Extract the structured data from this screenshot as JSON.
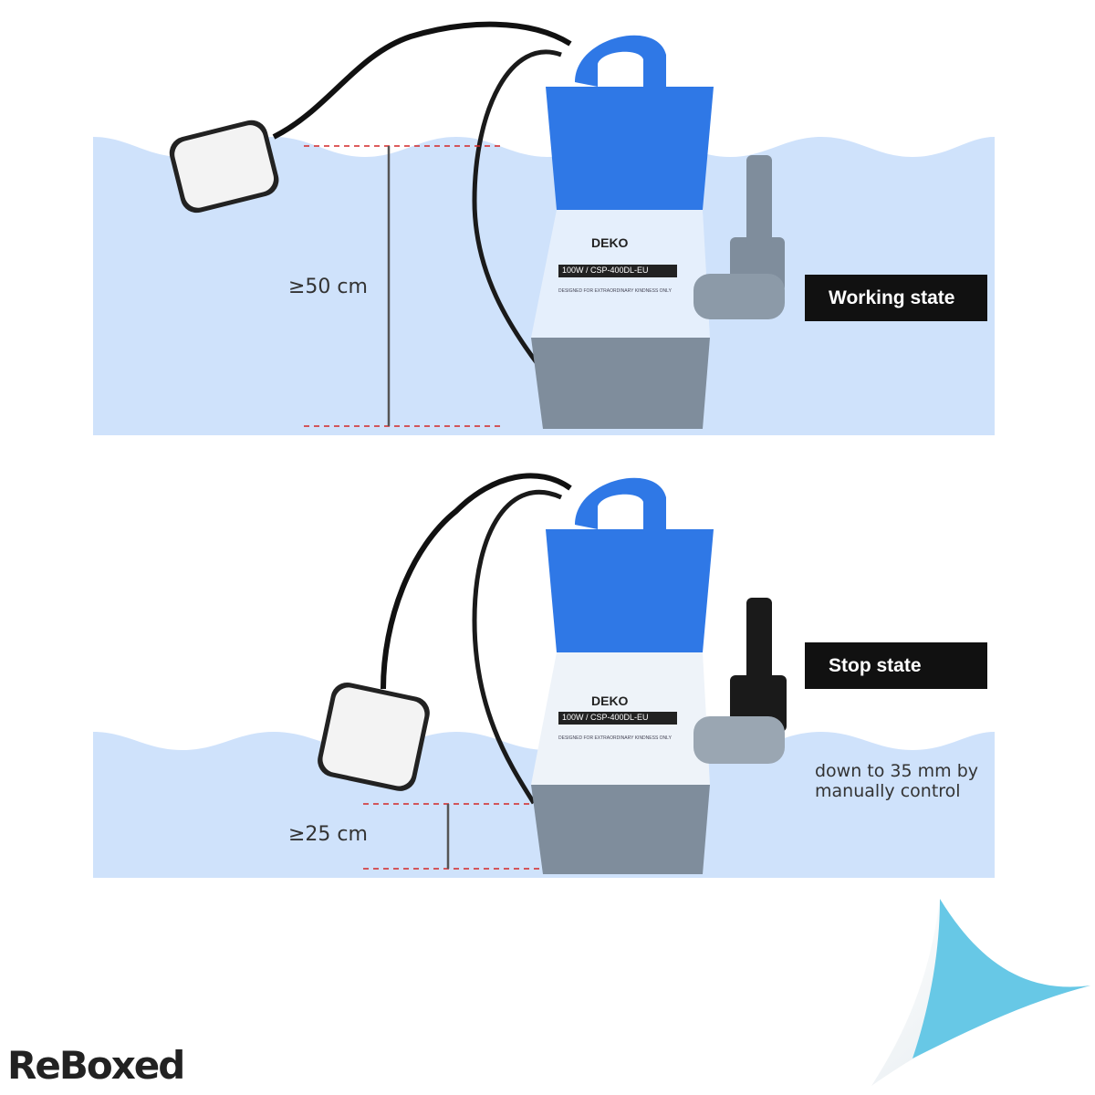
{
  "working_panel": {
    "state_label": "Working state",
    "depth_label": "≥50 cm"
  },
  "stop_panel": {
    "state_label": "Stop state",
    "depth_label": "≥25 cm",
    "note_line1": "down to 35 mm by",
    "note_line2": "manually control"
  },
  "pump": {
    "brand_text": "DEKO",
    "model_text": "100W / CSP-400DL-EU",
    "small_text": "DESIGNED FOR EXTRAORDINARY KINDNESS ONLY"
  },
  "watermark": {
    "text": "ReBoxed"
  },
  "colors": {
    "water": "#cfe2fb",
    "pump_blue": "#2f78e6",
    "pump_base": "#7f8d9c",
    "dashed_line": "#d32626",
    "label_bg": "#111111",
    "corner_fold": "#67c8e6"
  }
}
